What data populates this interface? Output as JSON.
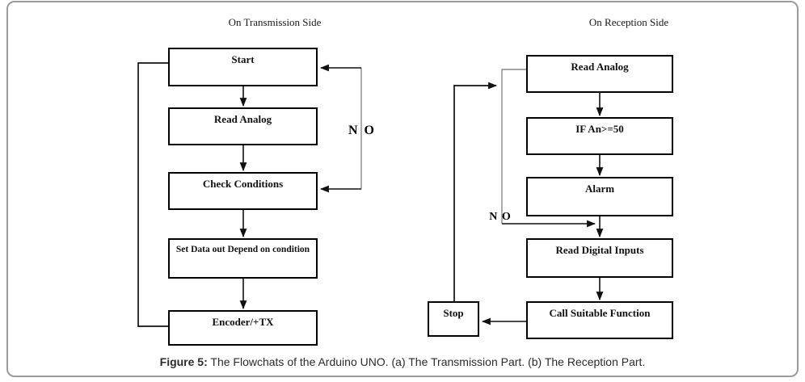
{
  "figure": {
    "transmission": {
      "title": "On Transmission Side",
      "no_label": "N O",
      "steps": [
        {
          "label": "Start"
        },
        {
          "label": "Read Analog"
        },
        {
          "label": "Check Conditions"
        },
        {
          "label": "Set Data out Depend on condition"
        },
        {
          "label": "Encoder/+TX"
        }
      ]
    },
    "reception": {
      "title": "On Reception Side",
      "no_label": "N O",
      "steps": [
        {
          "label": "Read Analog"
        },
        {
          "label": "IF An>=50"
        },
        {
          "label": "Alarm"
        },
        {
          "label": "Read Digital Inputs"
        },
        {
          "label": "Call Suitable Function"
        }
      ],
      "stop_label": "Stop"
    },
    "caption": {
      "prefix": "Figure 5:",
      "text": " The Flowchats of the Arduino UNO. (a) The Transmission Part. (b) The Reception Part."
    }
  },
  "colors": {
    "line": "#111111",
    "muted_line": "#8a8a8a",
    "box_border": "#000000",
    "frame_border": "#9b9b9b",
    "background": "#ffffff",
    "text": "#111111"
  }
}
